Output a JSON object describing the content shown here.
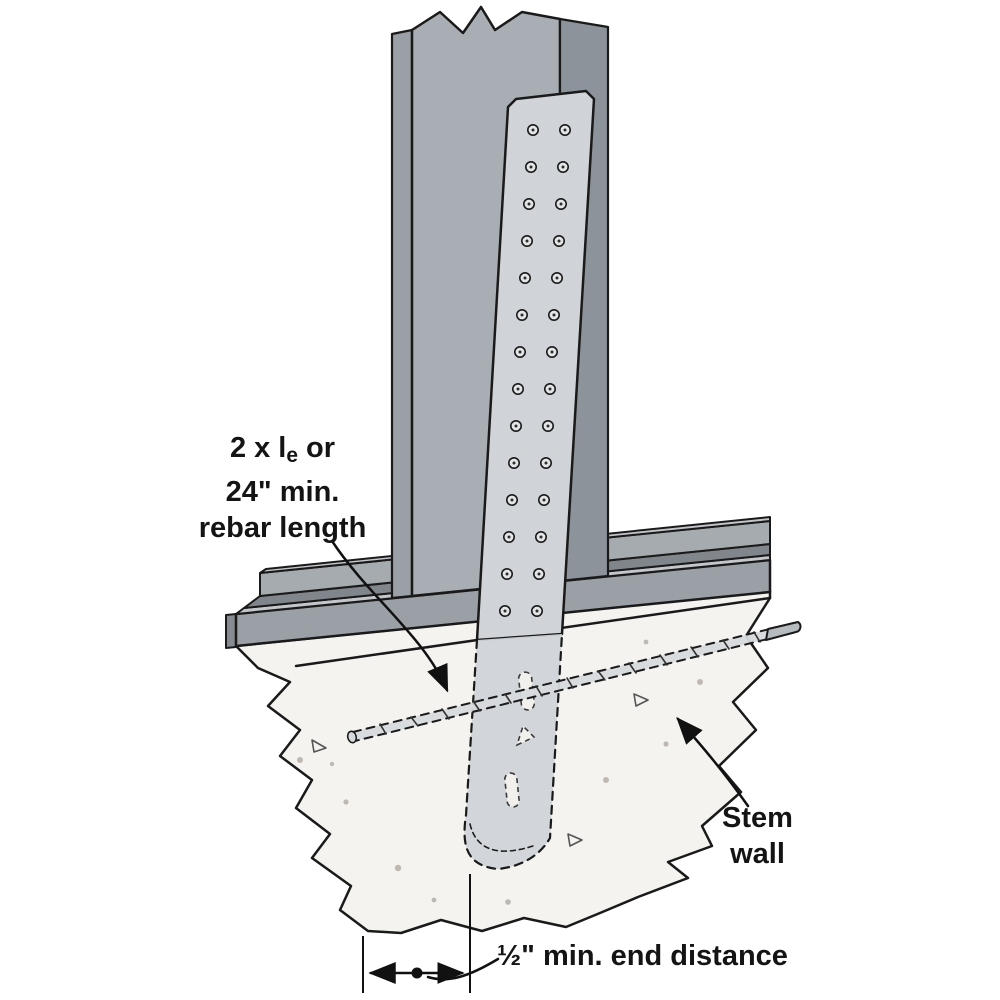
{
  "labels": {
    "rebar_note": {
      "line1_prefix": "2 x l",
      "line1_sub": "e",
      "line1_suffix": " or",
      "line2": "24\" min.",
      "line3": "rebar length"
    },
    "stem_wall": {
      "line1": "Stem",
      "line2": "wall"
    },
    "end_distance": "½\" min. end distance"
  },
  "colors": {
    "steel": "#a9aeb4",
    "steel_dark": "#8d939a",
    "steel_light": "#c3c7cb",
    "strap": "#d0d4d8",
    "concrete": "#f5f3ef",
    "outline": "#1a1a1a",
    "label_text": "#141414"
  }
}
